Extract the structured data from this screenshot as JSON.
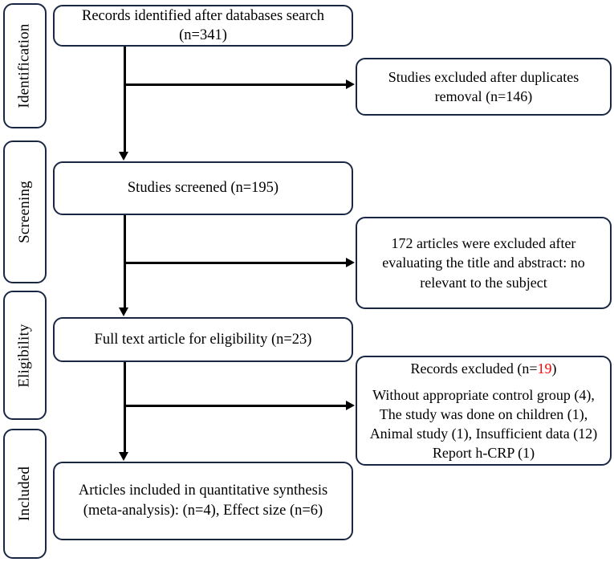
{
  "diagram": {
    "type": "prisma-flow-diagram",
    "title": "PRISMA study selection flow diagram",
    "border_color": "#1a2744",
    "connector_color": "#000000",
    "highlight_color": "#ff0000"
  },
  "stages": [
    {
      "id": "identification",
      "label": "Identification"
    },
    {
      "id": "screening",
      "label": "Screening"
    },
    {
      "id": "eligibility",
      "label": "Eligibility"
    },
    {
      "id": "included",
      "label": "Included"
    }
  ],
  "main_flow": [
    {
      "id": "records-identified",
      "text": "Records identified after databases search (n=341)",
      "n": 341
    },
    {
      "id": "studies-screened",
      "text": "Studies screened (n=195)",
      "n": 195
    },
    {
      "id": "full-text-eligibility",
      "text": "Full text article for eligibility (n=23)",
      "n": 23
    },
    {
      "id": "articles-included",
      "line1": "Articles included in quantitative synthesis",
      "line2": "(meta-analysis): (n=4), Effect size (n=6)",
      "n_studies": 4,
      "n_effect_sizes": 6
    }
  ],
  "exclusions": [
    {
      "id": "duplicates-removed",
      "line1": "Studies excluded after duplicates",
      "line2": "removal (n=146)",
      "n": 146
    },
    {
      "id": "title-abstract-excluded",
      "line1": "172 articles were excluded after",
      "line2": "evaluating the title and abstract: no",
      "line3": "relevant to the subject",
      "n": 172
    },
    {
      "id": "fulltext-excluded",
      "head_prefix": "Records excluded (n=",
      "head_count": "19",
      "head_suffix": ")",
      "reason1": "Without appropriate control group (4),",
      "reason2": "The study was done on children (1),",
      "reason3": "Animal study (1), Insufficient data (12)",
      "reason4": "Report h-CRP (1)",
      "n": 19
    }
  ]
}
